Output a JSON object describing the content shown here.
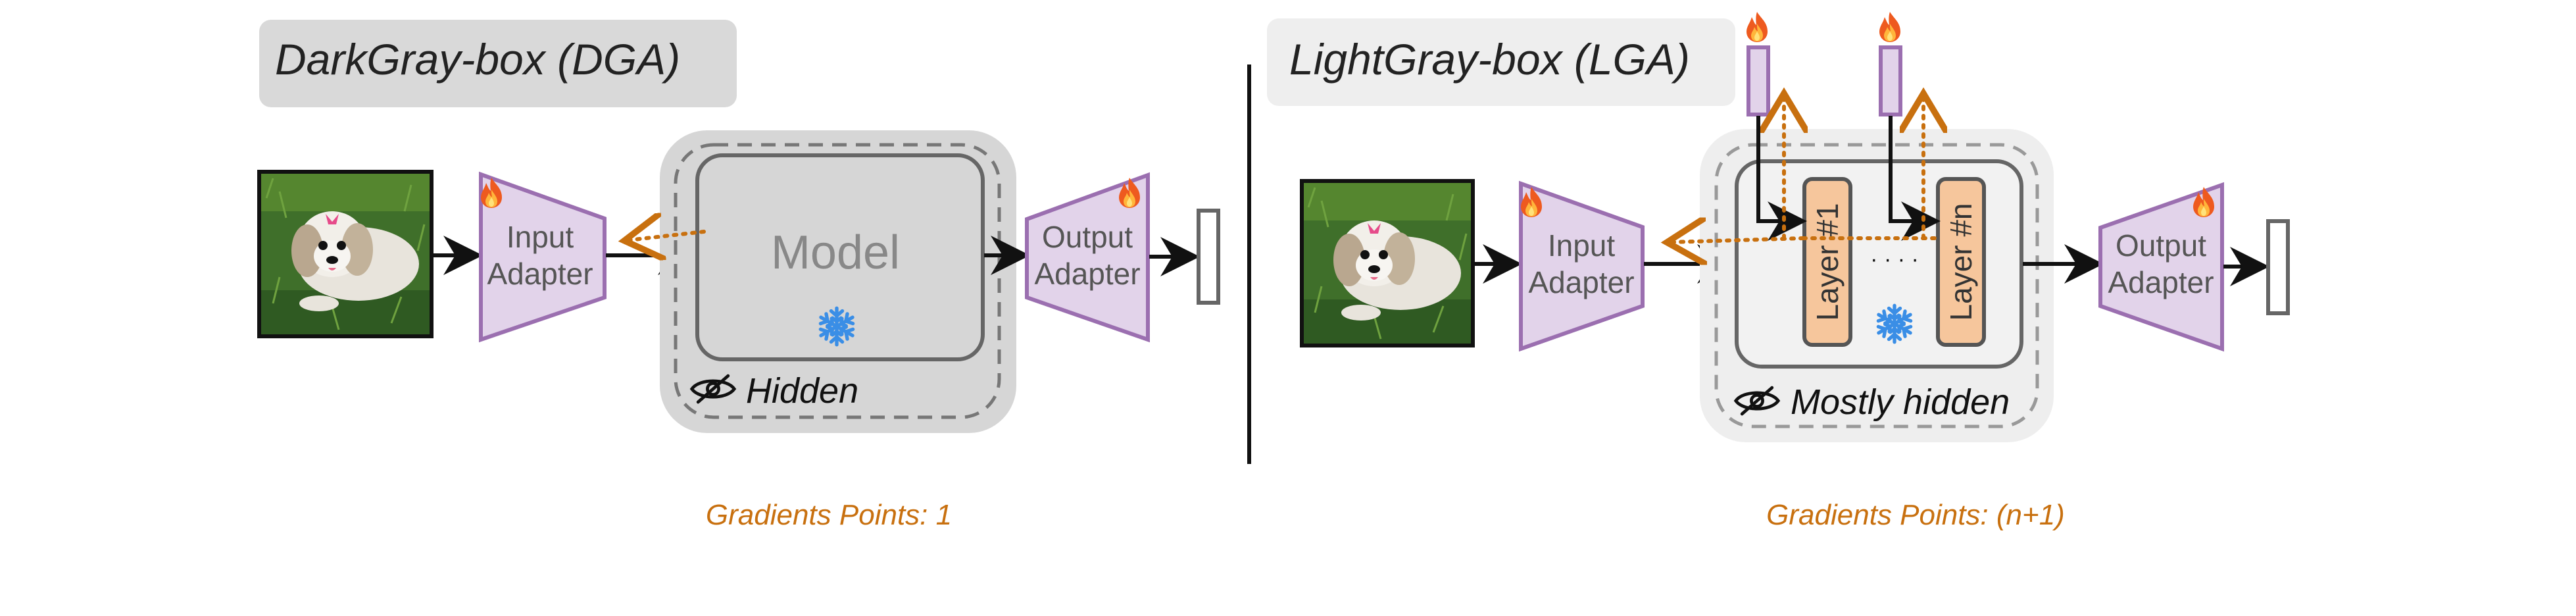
{
  "left_panel": {
    "title": "DarkGray-box (DGA)",
    "input_adapter": {
      "line1": "Input",
      "line2": "Adapter"
    },
    "model_label": "Model",
    "output_adapter": {
      "line1": "Output",
      "line2": "Adapter"
    },
    "hidden_label": "Hidden",
    "gradients_label": "Gradients Points: 1"
  },
  "right_panel": {
    "title": "LightGray-box (LGA)",
    "input_adapter": {
      "line1": "Input",
      "line2": "Adapter"
    },
    "layer_first": "Layer #1",
    "layer_last": "Layer #n",
    "ellipsis": "· · · ·",
    "output_adapter": {
      "line1": "Output",
      "line2": "Adapter"
    },
    "hidden_label": "Mostly hidden",
    "gradients_label": "Gradients Points: (n+1)"
  },
  "colors": {
    "adapter_fill": "#e2d3ea",
    "adapter_stroke": "#9b6fb0",
    "gradient_orange": "#c8700f",
    "frozen_blue": "#3a8ee6",
    "layer_fill": "#f6c69c",
    "dark_box": "#d6d6d6",
    "light_box": "#eeeeee"
  },
  "icons": {
    "trainable": "fire-icon",
    "frozen": "snowflake-icon",
    "hidden": "eye-slash-icon"
  }
}
